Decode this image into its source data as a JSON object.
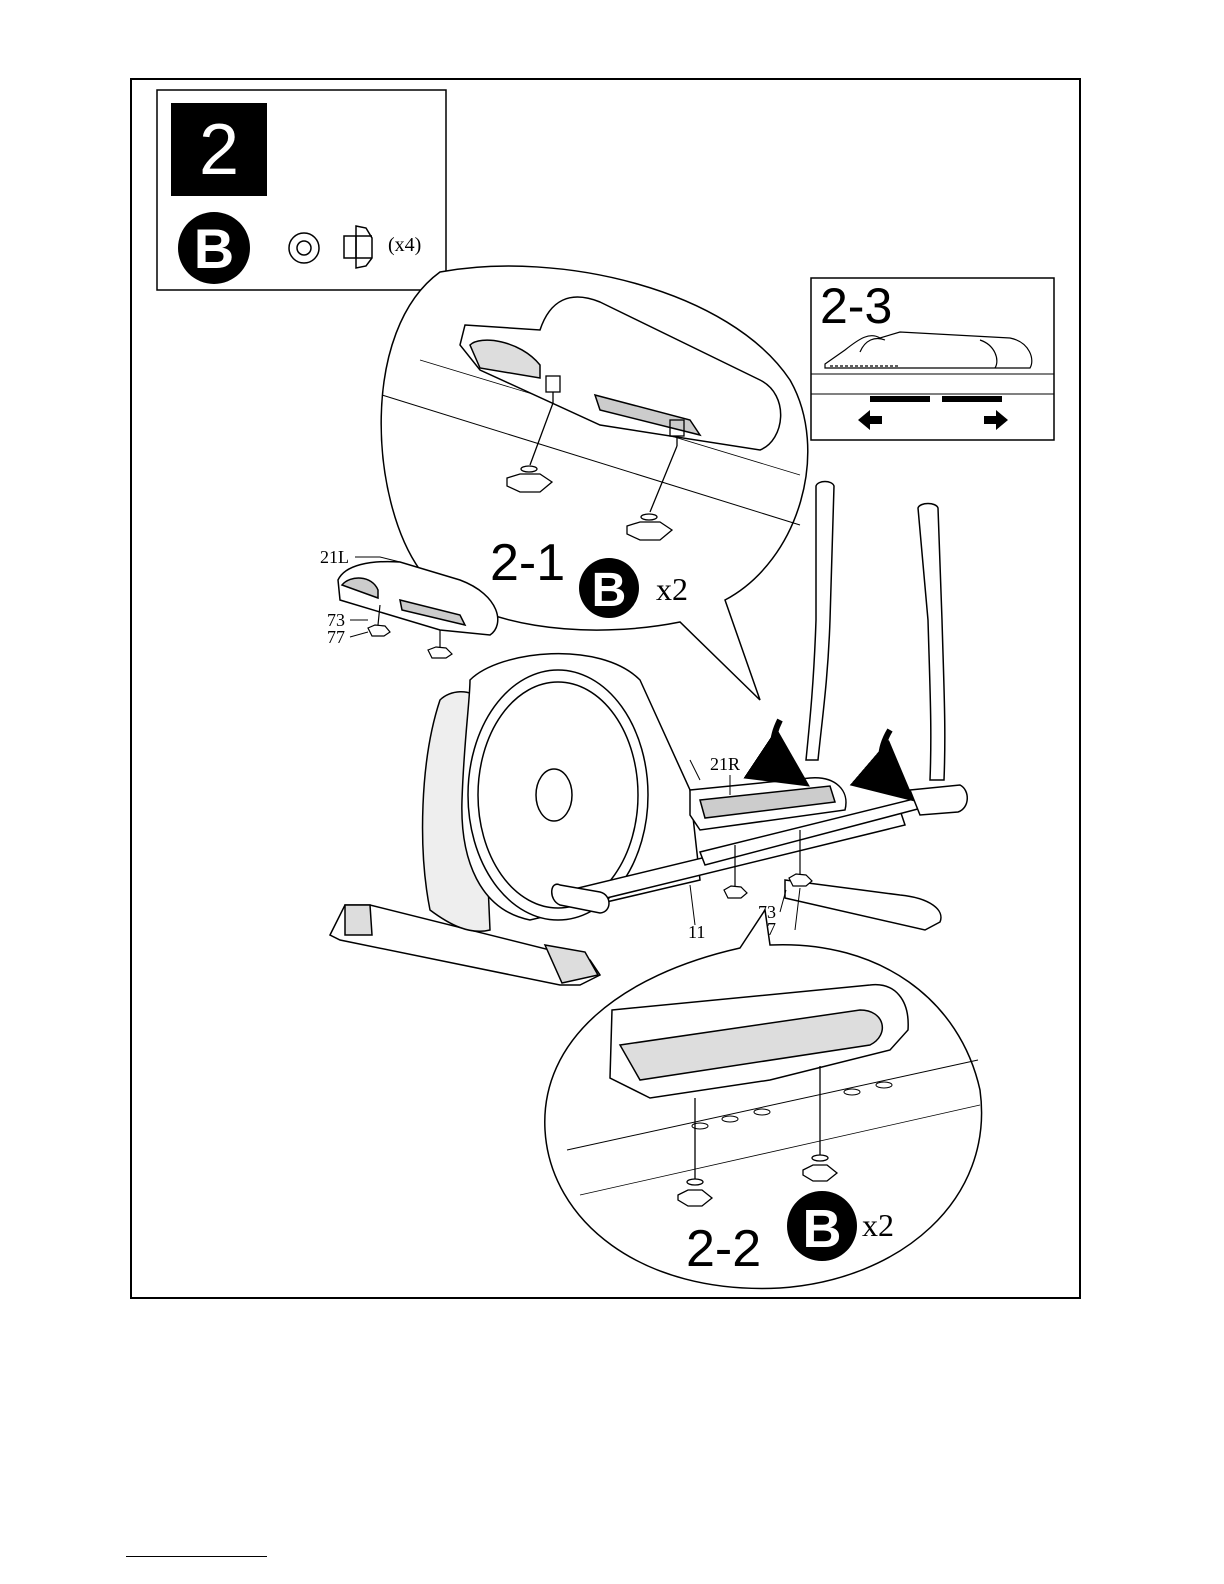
{
  "step": {
    "number": "2",
    "hardware_letter": "B",
    "hardware_qty": "(x4)"
  },
  "details": {
    "d21": {
      "label": "2-1",
      "letter": "B",
      "qty": "x2"
    },
    "d22": {
      "label": "2-2",
      "letter": "B",
      "qty": "x2"
    },
    "d23": {
      "label": "2-3"
    }
  },
  "parts": {
    "left_pedal": "21L",
    "right_pedal": "21R",
    "washer": "73",
    "knob": "77",
    "rail": "11",
    "washer_r": "73",
    "knob_r": "77"
  }
}
